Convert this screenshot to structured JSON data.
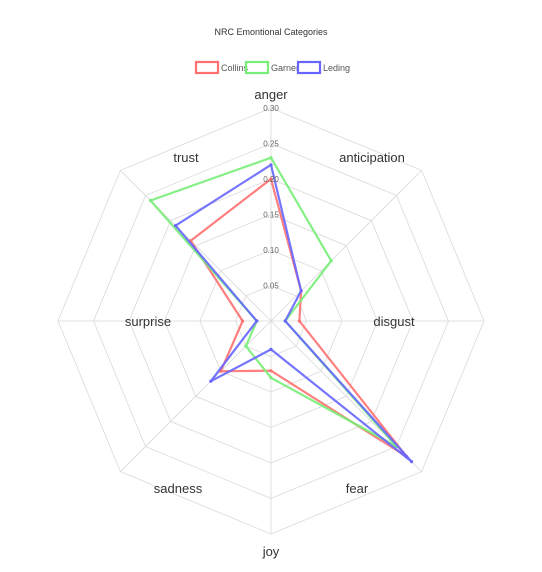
{
  "chart_data": {
    "type": "radar",
    "title": "NRC Emontional Categories",
    "axes": [
      "anger",
      "anticipation",
      "disgust",
      "fear",
      "joy",
      "sadness",
      "surprise",
      "trust"
    ],
    "rlim": [
      0,
      0.3
    ],
    "ticks": [
      "0.05",
      "0.10",
      "0.15",
      "0.20",
      "0.25",
      "0.30"
    ],
    "tick_values": [
      0.05,
      0.1,
      0.15,
      0.2,
      0.25,
      0.3
    ],
    "legend_position": "top",
    "grid": true,
    "series": [
      {
        "name": "Collins",
        "color": "#ff7070",
        "values": [
          0.2,
          0.06,
          0.04,
          0.27,
          0.07,
          0.1,
          0.04,
          0.16
        ]
      },
      {
        "name": "Garner",
        "color": "#77ee77",
        "values": [
          0.23,
          0.12,
          0.02,
          0.25,
          0.08,
          0.05,
          0.02,
          0.24
        ]
      },
      {
        "name": "Leding",
        "color": "#6666ff",
        "values": [
          0.22,
          0.06,
          0.02,
          0.28,
          0.04,
          0.12,
          0.02,
          0.19
        ]
      }
    ]
  }
}
